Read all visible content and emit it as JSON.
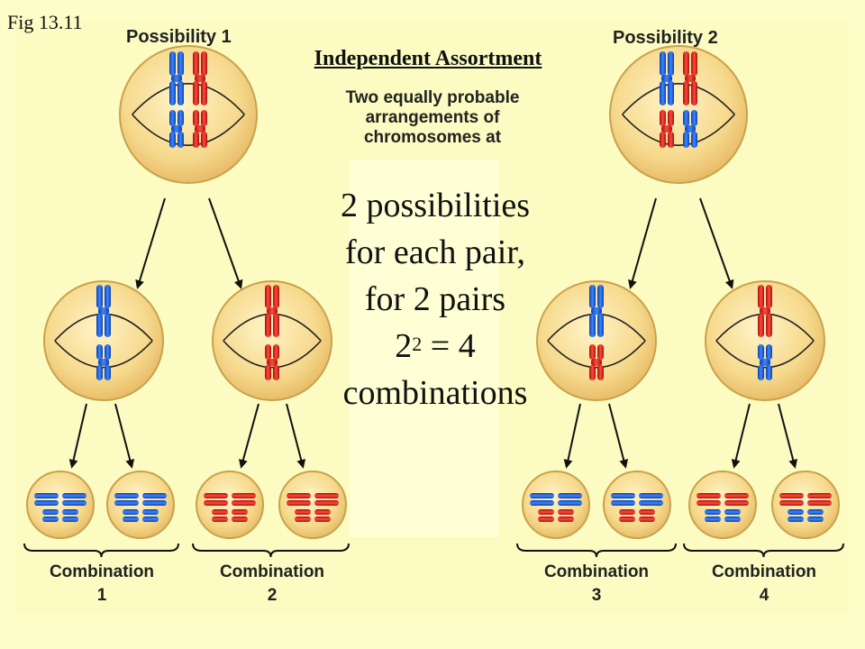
{
  "fig_label": "Fig 13.11",
  "possibility_1": "Possibility 1",
  "possibility_2": "Possibility 2",
  "title": "Independent Assortment",
  "subtitle": "Two equally probable arrangements of chromosomes at",
  "explanation": {
    "line1": "2 possibilities",
    "line2": "for each pair,",
    "line3": "for 2 pairs",
    "line4_base": "2",
    "line4_exp": "2",
    "line4_rest": " = 4",
    "line5": "combinations"
  },
  "combinations": [
    {
      "label": "Combination",
      "number": "1"
    },
    {
      "label": "Combination",
      "number": "2"
    },
    {
      "label": "Combination",
      "number": "3"
    },
    {
      "label": "Combination",
      "number": "4"
    }
  ],
  "colors": {
    "blue_chromosome": "#1560e0",
    "red_chromosome": "#e8231a",
    "cell_fill": "#f5d78a",
    "cell_outline": "#c9a24c",
    "background": "#fdfdc8"
  }
}
